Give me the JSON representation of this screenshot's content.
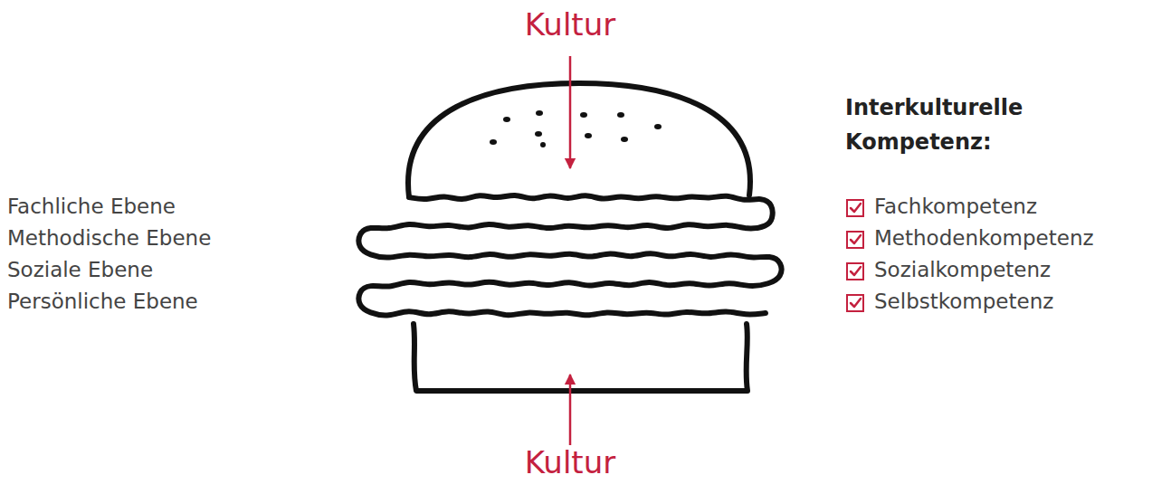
{
  "diagram": {
    "labels": [
      "Kultur",
      "Fachliche Ebene",
      "Methodische Ebene",
      "Soziale Ebene",
      "Persönliche Ebene",
      "Interkulturelle Kompetenz:",
      "Fachkompetenz",
      "Methodenkompetenz",
      "Sozialkompetenz",
      "Selbstkompetenz",
      "Kultur"
    ]
  }
}
